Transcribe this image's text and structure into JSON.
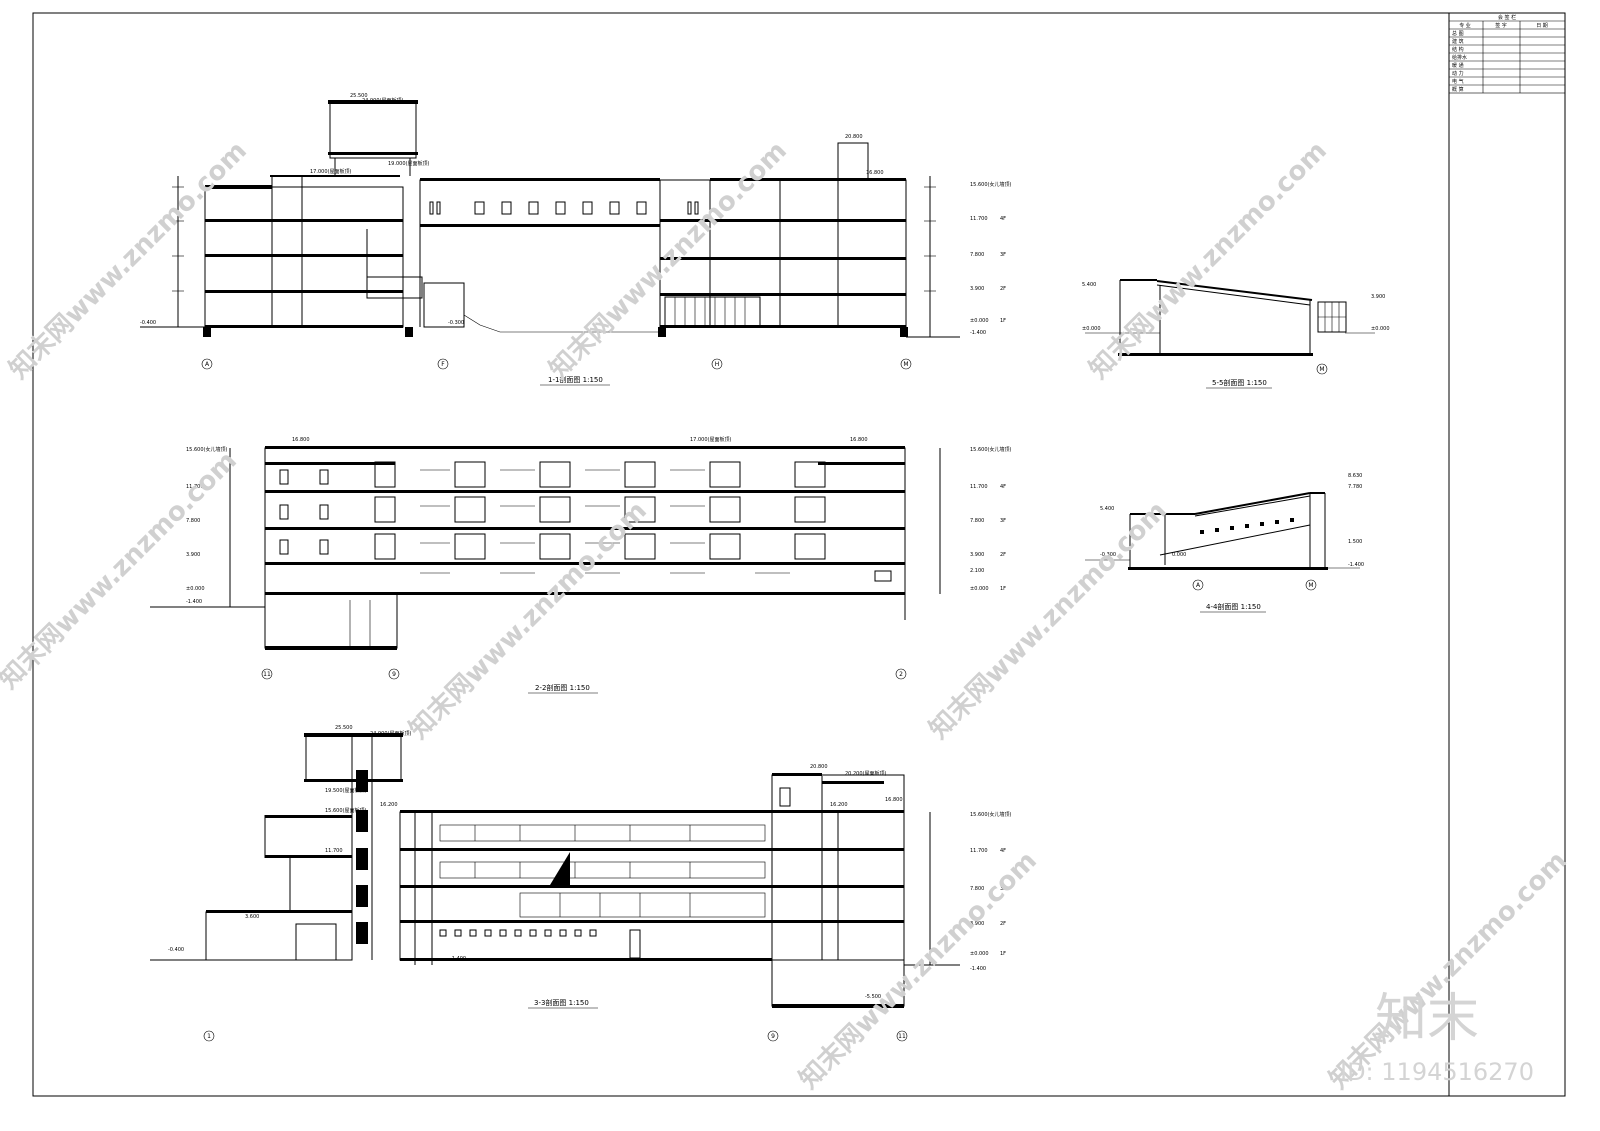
{
  "title_block": {
    "header": "会 签 栏",
    "columns": [
      "专 业",
      "签 字",
      "日 期"
    ],
    "rows": [
      "总 图",
      "建 筑",
      "结 构",
      "给排水",
      "暖 通",
      "动 力",
      "电 气",
      "概 算"
    ]
  },
  "sections": [
    {
      "id": "s11",
      "caption": "1-1剖面图  1:150",
      "levels": [
        "15.600(女儿墙顶)",
        "11.700",
        "7.800",
        "3.900",
        "±0.000",
        "-1.400"
      ],
      "floors": [
        "4F",
        "3F",
        "2F",
        "1F"
      ],
      "spot_levels": [
        "25.500",
        "24.900(屋面板顶)",
        "17.000(屋面板顶)",
        "19.000(屋面板顶)",
        "20.800",
        "16.800",
        "-0.400",
        "-0.300"
      ],
      "axes": [
        "A",
        "F",
        "H",
        "M"
      ]
    },
    {
      "id": "s22",
      "caption": "2-2剖面图  1:150",
      "levels": [
        "15.600(女儿墙顶)",
        "11.700",
        "7.800",
        "3.900",
        "±0.000",
        "-1.400",
        "2.100"
      ],
      "floors": [
        "4F",
        "3F",
        "2F",
        "1F"
      ],
      "spot_levels": [
        "16.800",
        "17.000(屋面板顶)",
        "16.800"
      ],
      "axes": [
        "11",
        "9",
        "2"
      ]
    },
    {
      "id": "s33",
      "caption": "3-3剖面图  1:150",
      "levels": [
        "15.600(女儿墙顶)",
        "11.700",
        "7.800",
        "3.900",
        "±0.000",
        "-1.400"
      ],
      "floors": [
        "4F",
        "3F",
        "2F",
        "1F"
      ],
      "spot_levels": [
        "25.500",
        "24.900(屋面板顶)",
        "19.500(屋面板顶)",
        "15.600(屋面板顶)",
        "11.700",
        "3.600",
        "16.200",
        "20.800",
        "20.200(屋面板顶)",
        "16.200",
        "16.800",
        "-0.400",
        "-1.400",
        "-5.500"
      ],
      "axes": [
        "1",
        "9",
        "11"
      ]
    },
    {
      "id": "s44",
      "caption": "4-4剖面图  1:150",
      "levels": [
        "8.630",
        "7.780",
        "5.400",
        "1.500",
        "-0.300",
        "0.000",
        "-1.400"
      ],
      "axes": [
        "A",
        "M"
      ]
    },
    {
      "id": "s55",
      "caption": "5-5剖面图  1:150",
      "levels": [
        "5.400",
        "3.900",
        "±0.000",
        "±0.000"
      ],
      "axes": [
        "M"
      ]
    }
  ],
  "watermark": {
    "site": "知末网www.znzmo.com",
    "brand": "知末",
    "id": "ID: 1194516270"
  }
}
